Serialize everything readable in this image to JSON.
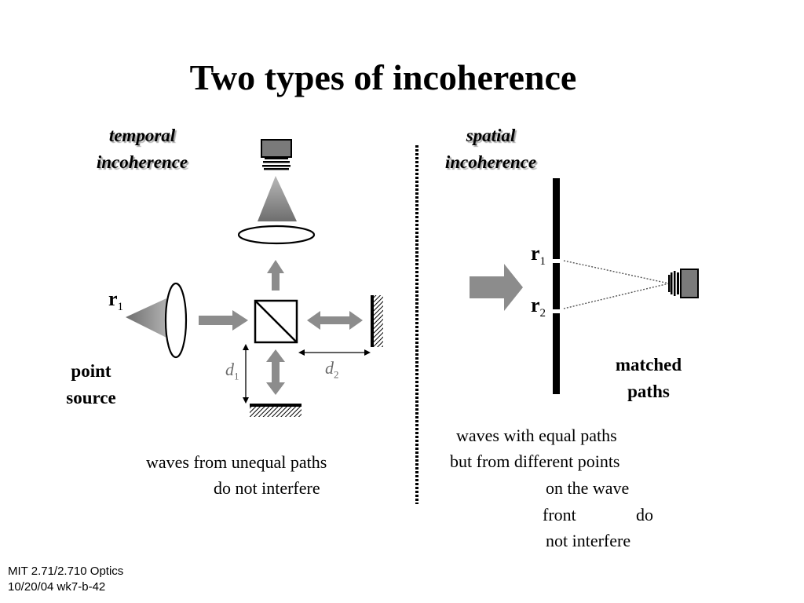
{
  "slide": {
    "title": "Two types of incoherence",
    "temporal": {
      "label_line1": "temporal",
      "label_line2": "incoherence",
      "source_label": "r",
      "source_sub": "1",
      "point_source_line1": "point",
      "point_source_line2": "source",
      "d1": "d",
      "d1_sub": "1",
      "d2": "d",
      "d2_sub": "2",
      "caption_line1": "waves from unequal paths",
      "caption_line2": "do not interfere"
    },
    "spatial": {
      "label_line1": "spatial",
      "label_line2": "incoherence",
      "r1": "r",
      "r1_sub": "1",
      "r2": "r",
      "r2_sub": "2",
      "matched_line1": "matched",
      "matched_line2": "paths",
      "caption_line1": "waves with equal paths",
      "caption_line2": "but from different points",
      "caption_line3": "on the wave",
      "caption_line4a": "front",
      "caption_line4b": "do",
      "caption_line5": "not interfere"
    },
    "footer": {
      "line1": "MIT 2.71/2.710 Optics",
      "line2": "10/20/04 wk7-b-42"
    }
  }
}
